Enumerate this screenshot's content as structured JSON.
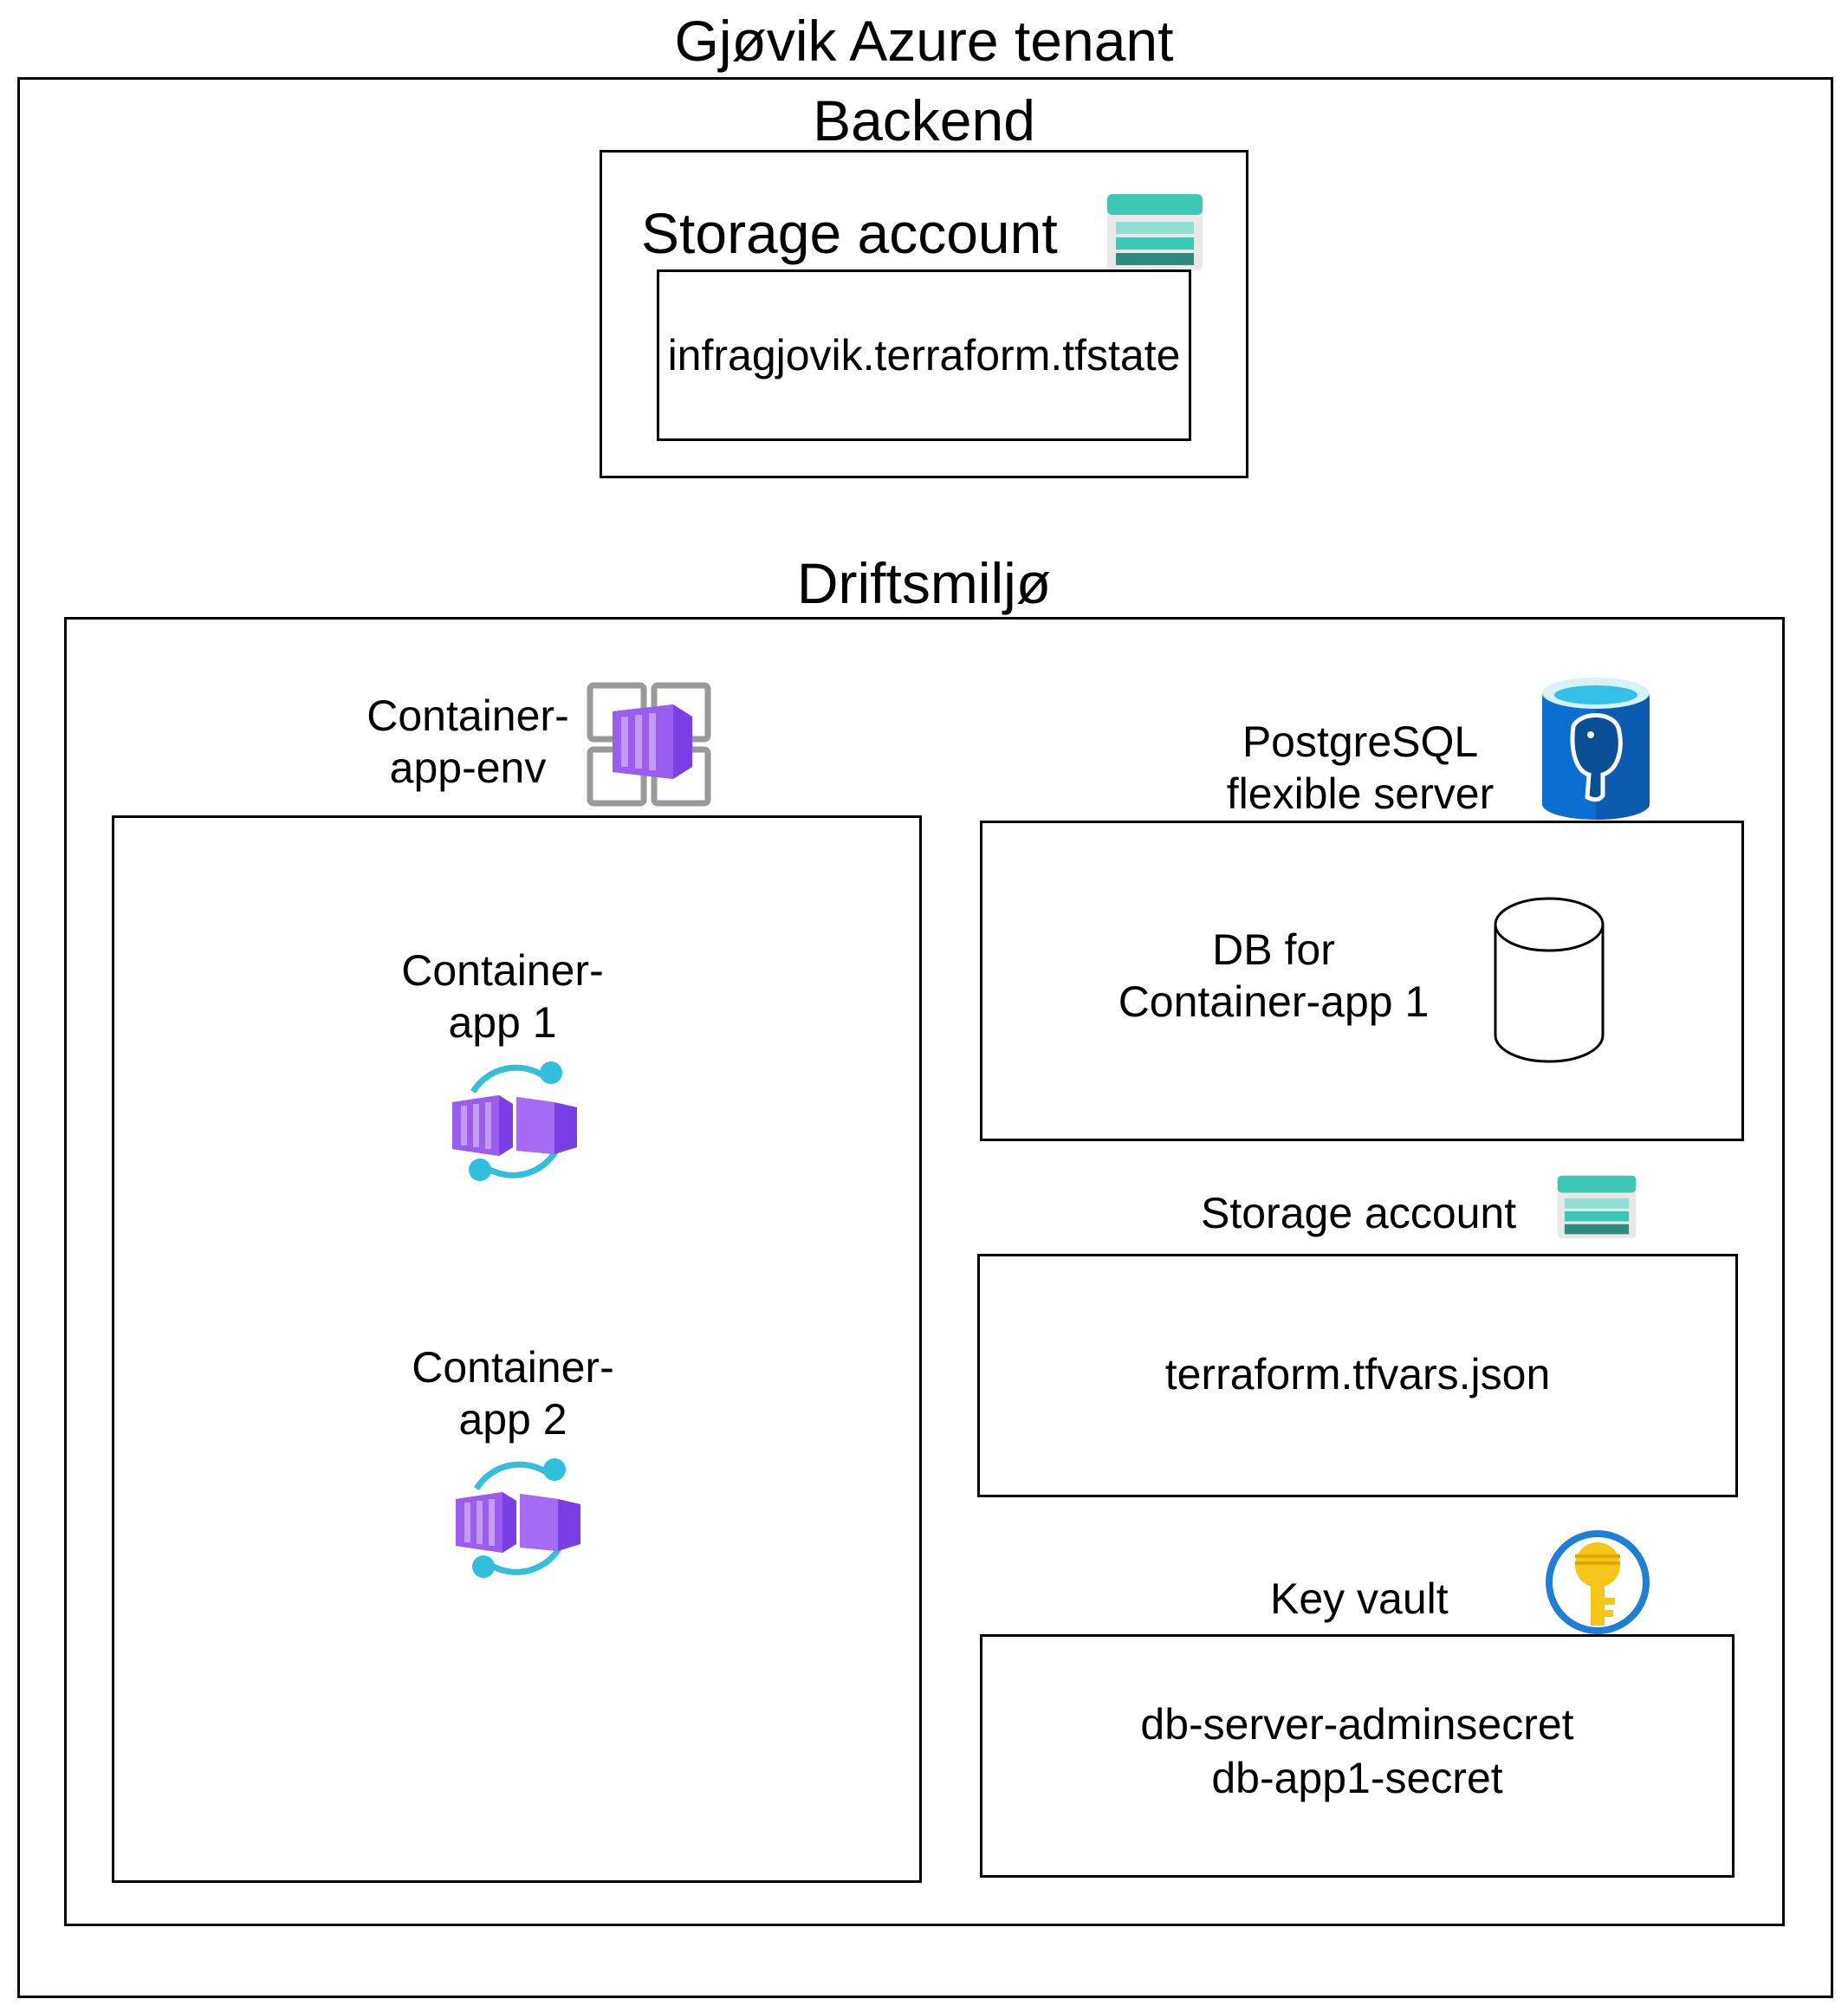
{
  "tenant": {
    "title": "Gjøvik Azure tenant"
  },
  "backend": {
    "title": "Backend",
    "storage_label": "Storage account",
    "storage_icon": "azure-storage-account-icon",
    "state_file": "infragjovik.terraform.tfstate"
  },
  "drift": {
    "title": "Driftsmiljø",
    "env_label_line1": "Container-",
    "env_label_line2": "app-env",
    "env_icon": "azure-container-app-environment-icon",
    "app1_line1": "Container-",
    "app1_line2": "app 1",
    "app2_line1": "Container-",
    "app2_line2": "app 2",
    "app_icon": "azure-container-app-icon",
    "postgres_line1": "PostgreSQL",
    "postgres_line2": "flexible server",
    "postgres_icon": "azure-postgresql-icon",
    "db_line1": "DB for",
    "db_line2": "Container-app 1",
    "db_icon": "database-cylinder-icon",
    "storage_label": "Storage account",
    "storage_icon": "azure-storage-account-icon",
    "tfvars_file": "terraform.tfvars.json",
    "keyvault_label": "Key vault",
    "keyvault_icon": "azure-key-vault-icon",
    "secret1": "db-server-adminsecret",
    "secret2": "db-app1-secret"
  },
  "colors": {
    "storage_teal": "#3CC8B4",
    "storage_dark": "#2E8C7E",
    "container_purple": "#8A3FFC",
    "container_light": "#B77AF4",
    "container_ring": "#32BEDD",
    "postgres_blue": "#0A6FD1",
    "keyvault_gold": "#F5C518",
    "keyvault_ring": "#1E7FD6"
  }
}
